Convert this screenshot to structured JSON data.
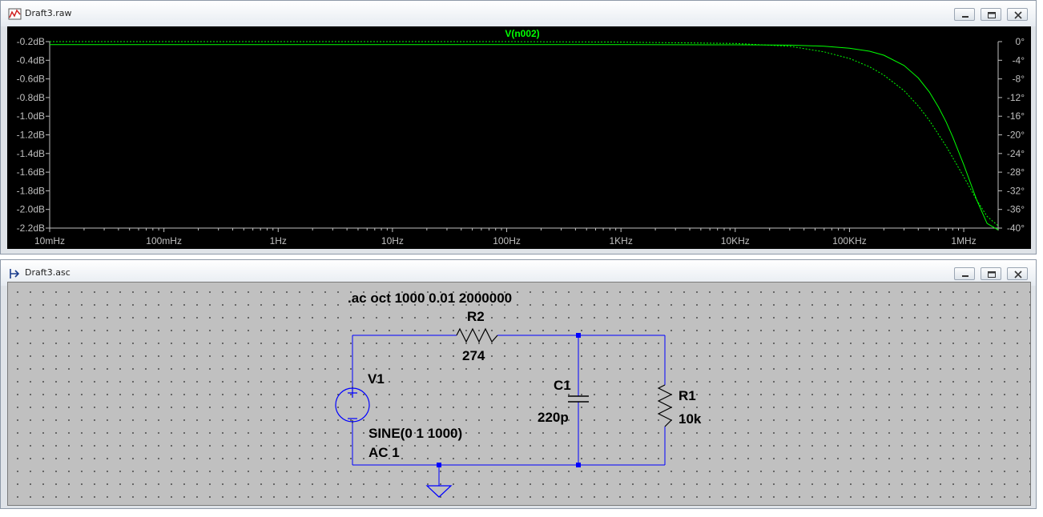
{
  "plot_window": {
    "title": "Draft3.raw",
    "trace_label": "V(n002)",
    "colors": {
      "background": "#000000",
      "trace": "#00ff00",
      "axis": "#c0c0c0"
    }
  },
  "schematic_window": {
    "title": "Draft3.asc",
    "directive": ".ac oct 1000 0.01 2000000",
    "components": {
      "r2": {
        "name": "R2",
        "value": "274"
      },
      "v1": {
        "name": "V1",
        "value_line1": "SINE(0 1 1000)",
        "value_line2": "AC 1"
      },
      "c1": {
        "name": "C1",
        "value": "220p"
      },
      "r1": {
        "name": "R1",
        "value": "10k"
      }
    },
    "colors": {
      "wire": "#0000ff",
      "junction": "#0000ff",
      "canvas": "#c0c0c0"
    }
  },
  "chart_data": {
    "type": "line",
    "title": "V(n002)",
    "xscale": "log",
    "xlabel": "",
    "xlim": [
      0.01,
      2000000
    ],
    "x_ticks": [
      "10mHz",
      "100mHz",
      "1Hz",
      "10Hz",
      "100Hz",
      "1KHz",
      "10KHz",
      "100KHz",
      "1MHz"
    ],
    "y_left_ticks": [
      "-0.2dB",
      "-0.4dB",
      "-0.6dB",
      "-0.8dB",
      "-1.0dB",
      "-1.2dB",
      "-1.4dB",
      "-1.6dB",
      "-1.8dB",
      "-2.0dB",
      "-2.2dB"
    ],
    "y_left_range_db": [
      -2.2,
      -0.2
    ],
    "y_right_ticks": [
      "0°",
      "-4°",
      "-8°",
      "-12°",
      "-16°",
      "-20°",
      "-24°",
      "-28°",
      "-32°",
      "-36°",
      "-40°"
    ],
    "y_right_range_deg": [
      -40,
      0
    ],
    "series": [
      {
        "kind": "magnitude",
        "style": "solid",
        "axis": "left",
        "x": [
          0.01,
          1,
          100,
          1000,
          10000,
          30000,
          60000,
          100000,
          150000,
          200000,
          300000,
          400000,
          500000,
          600000,
          700000,
          800000,
          1000000,
          1300000,
          1600000,
          2000000
        ],
        "y": [
          -0.233,
          -0.233,
          -0.233,
          -0.233,
          -0.234,
          -0.238,
          -0.249,
          -0.27,
          -0.303,
          -0.346,
          -0.456,
          -0.59,
          -0.74,
          -0.9,
          -1.06,
          -1.22,
          -1.52,
          -1.9,
          -2.15,
          -2.22
        ]
      },
      {
        "kind": "phase",
        "style": "dotted",
        "axis": "right",
        "x": [
          0.01,
          1,
          100,
          1000,
          10000,
          30000,
          60000,
          100000,
          150000,
          200000,
          300000,
          400000,
          500000,
          700000,
          1000000,
          1300000,
          1600000,
          2000000
        ],
        "y": [
          0,
          0,
          0,
          -0.1,
          -0.4,
          -1.0,
          -2.2,
          -3.6,
          -5.4,
          -7.2,
          -10.5,
          -13.8,
          -16.9,
          -22.4,
          -29.0,
          -34.0,
          -37.5,
          -39.5
        ]
      }
    ],
    "grid": false
  }
}
